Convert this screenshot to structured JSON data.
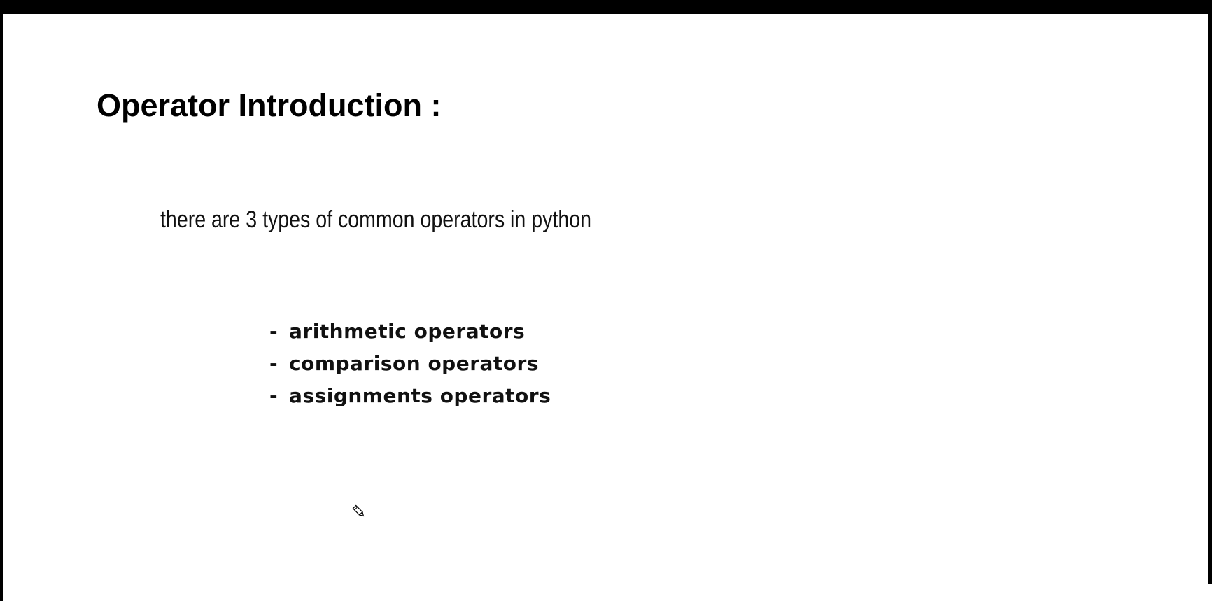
{
  "slide": {
    "title": "Operator Introduction :",
    "intro": "there are 3 types of common operators in python",
    "operators": [
      {
        "dash": "-",
        "label": "arithmetic operators"
      },
      {
        "dash": "-",
        "label": "comparison operators"
      },
      {
        "dash": "-",
        "label": "assignments operators"
      }
    ]
  },
  "cursor": {
    "icon": "pencil-icon"
  },
  "colors": {
    "frame": "#000000",
    "background": "#ffffff",
    "text": "#111111"
  }
}
